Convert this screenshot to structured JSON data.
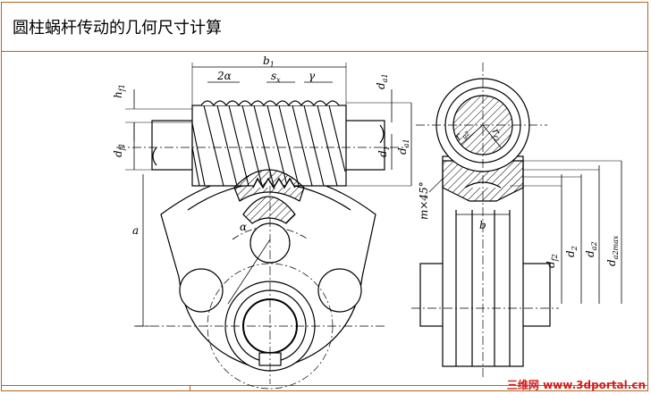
{
  "title": "圆柱蜗杆传动的几何尺寸计算",
  "labels": {
    "b1": "b",
    "b1_sub": "1",
    "two_alpha": "2α",
    "sx": "s",
    "sx_sub": "x",
    "gamma": "γ",
    "hf1": "h",
    "hf1_sub": "f1",
    "da1_top": "d",
    "da1_top_sub": "a1",
    "df1": "d",
    "df1_sub": "f1",
    "d1": "d",
    "d1_sub": "1",
    "da1": "d",
    "da1_sub": "a1",
    "a": "a",
    "alpha": "α",
    "rg2": "r",
    "rg2_sub": "g2",
    "rf2": "r",
    "rf2_sub": "f2",
    "chamfer": "m×45°",
    "b": "b",
    "df2": "d",
    "df2_sub": "f2",
    "d2": "d",
    "d2_sub": "2",
    "da2": "d",
    "da2_sub": "a2",
    "da2max": "d",
    "da2max_sub": "a2max"
  },
  "watermark": "三维网 www.3dportal.cn"
}
